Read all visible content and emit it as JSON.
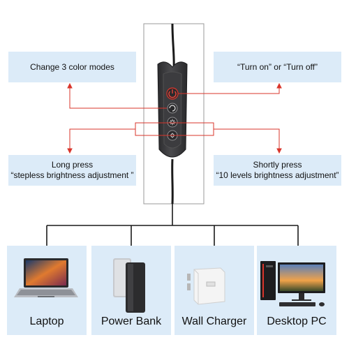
{
  "callouts": {
    "color_modes": "Change 3 color modes",
    "turn_on_off": "“Turn on”  or “Turn off”",
    "long_press": {
      "line1": "Long press",
      "line2": "“stepless brightness adjustment ”"
    },
    "short_press": {
      "line1": "Shortly press",
      "line2": "“10 levels brightness adjustment”"
    }
  },
  "devices": [
    {
      "label": "Laptop",
      "icon": "laptop-icon"
    },
    {
      "label": "Power Bank",
      "icon": "power-bank-icon"
    },
    {
      "label": "Wall Charger",
      "icon": "wall-charger-icon"
    },
    {
      "label": "Desktop PC",
      "icon": "desktop-pc-icon"
    }
  ],
  "colors": {
    "callout_bg": "#dcebf8",
    "arrow_red": "#d9352b",
    "cable": "#1a1a1a",
    "remote_body": "#3a3a3c"
  }
}
